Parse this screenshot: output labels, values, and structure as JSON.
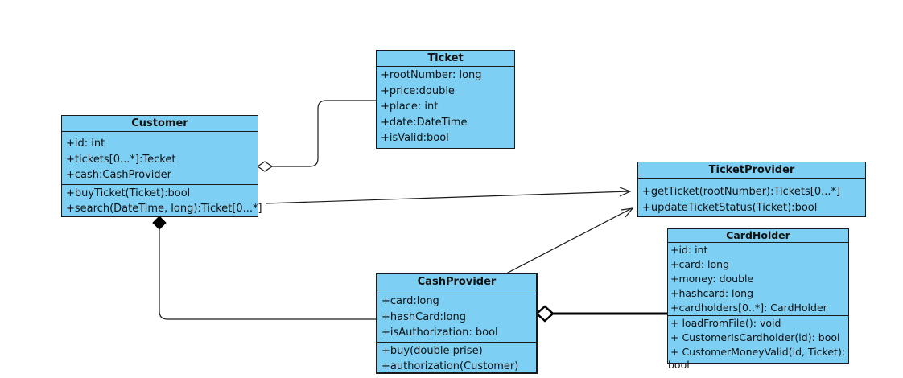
{
  "classes": {
    "ticket": {
      "name": "Ticket",
      "attributes": [
        "+rootNumber: long",
        "+price:double",
        "+place: int",
        "+date:DateTime",
        "+isValid:bool"
      ]
    },
    "customer": {
      "name": "Customer",
      "attributes": [
        "+id: int",
        "+tickets[0...*]:Tecket",
        "+cash:CashProvider"
      ],
      "methods": [
        "+buyTicket(Ticket):bool",
        "+search(DateTime, long):Ticket[0...*]"
      ]
    },
    "ticket_provider": {
      "name": "TicketProvider",
      "methods": [
        "+getTicket(rootNumber):Tickets[0...*]",
        "+updateTicketStatus(Ticket):bool"
      ]
    },
    "cash_provider": {
      "name": "CashProvider",
      "attributes": [
        "+card:long",
        "+hashCard:long",
        "+isAuthorization: bool"
      ],
      "methods": [
        "+buy(double prise)",
        "+authorization(Customer)"
      ]
    },
    "card_holder": {
      "name": "CardHolder",
      "attributes": [
        "+id: int",
        "+card: long",
        "+money: double",
        "+hashcard: long",
        "+cardholders[0..*]: CardHolder"
      ],
      "methods": [
        "+ loadFromFile(): void",
        "+ CustomerIsCardholder(id): bool",
        "+ CustomerMoneyValid(id, Ticket):",
        "bool"
      ]
    }
  },
  "relations": [
    {
      "from": "customer",
      "to": "ticket",
      "kind": "aggregation"
    },
    {
      "from": "customer",
      "to": "ticket_provider",
      "kind": "dependency"
    },
    {
      "from": "customer",
      "to": "cash_provider",
      "kind": "composition"
    },
    {
      "from": "cash_provider",
      "to": "ticket_provider",
      "kind": "dependency"
    },
    {
      "from": "cash_provider",
      "to": "card_holder",
      "kind": "aggregation"
    }
  ],
  "colors": {
    "class_fill": "#7dcff3",
    "line": "#1a1a1a"
  }
}
